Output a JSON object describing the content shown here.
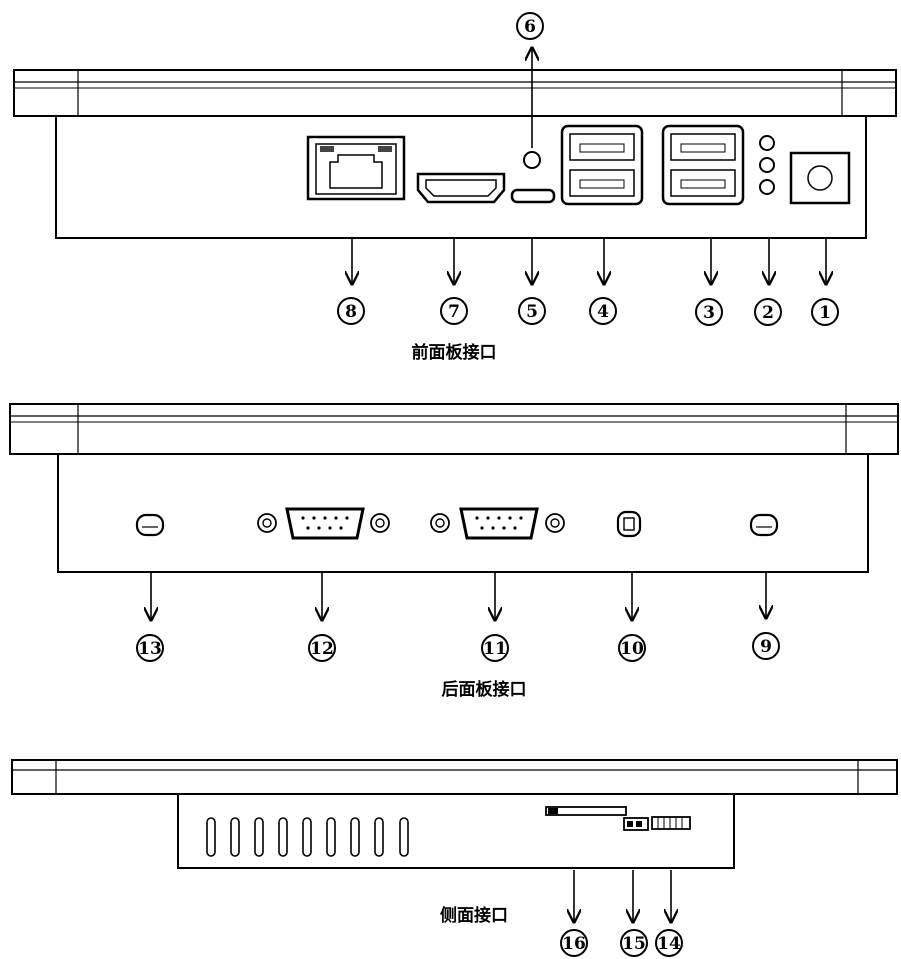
{
  "front_panel": {
    "caption": "前面板接口",
    "callouts": [
      "1",
      "2",
      "3",
      "4",
      "5",
      "6",
      "7",
      "8"
    ]
  },
  "rear_panel": {
    "caption": "后面板接口",
    "callouts": [
      "9",
      "10",
      "11",
      "12",
      "13"
    ]
  },
  "side_panel": {
    "caption": "侧面接口",
    "callouts": [
      "14",
      "15",
      "16"
    ]
  }
}
